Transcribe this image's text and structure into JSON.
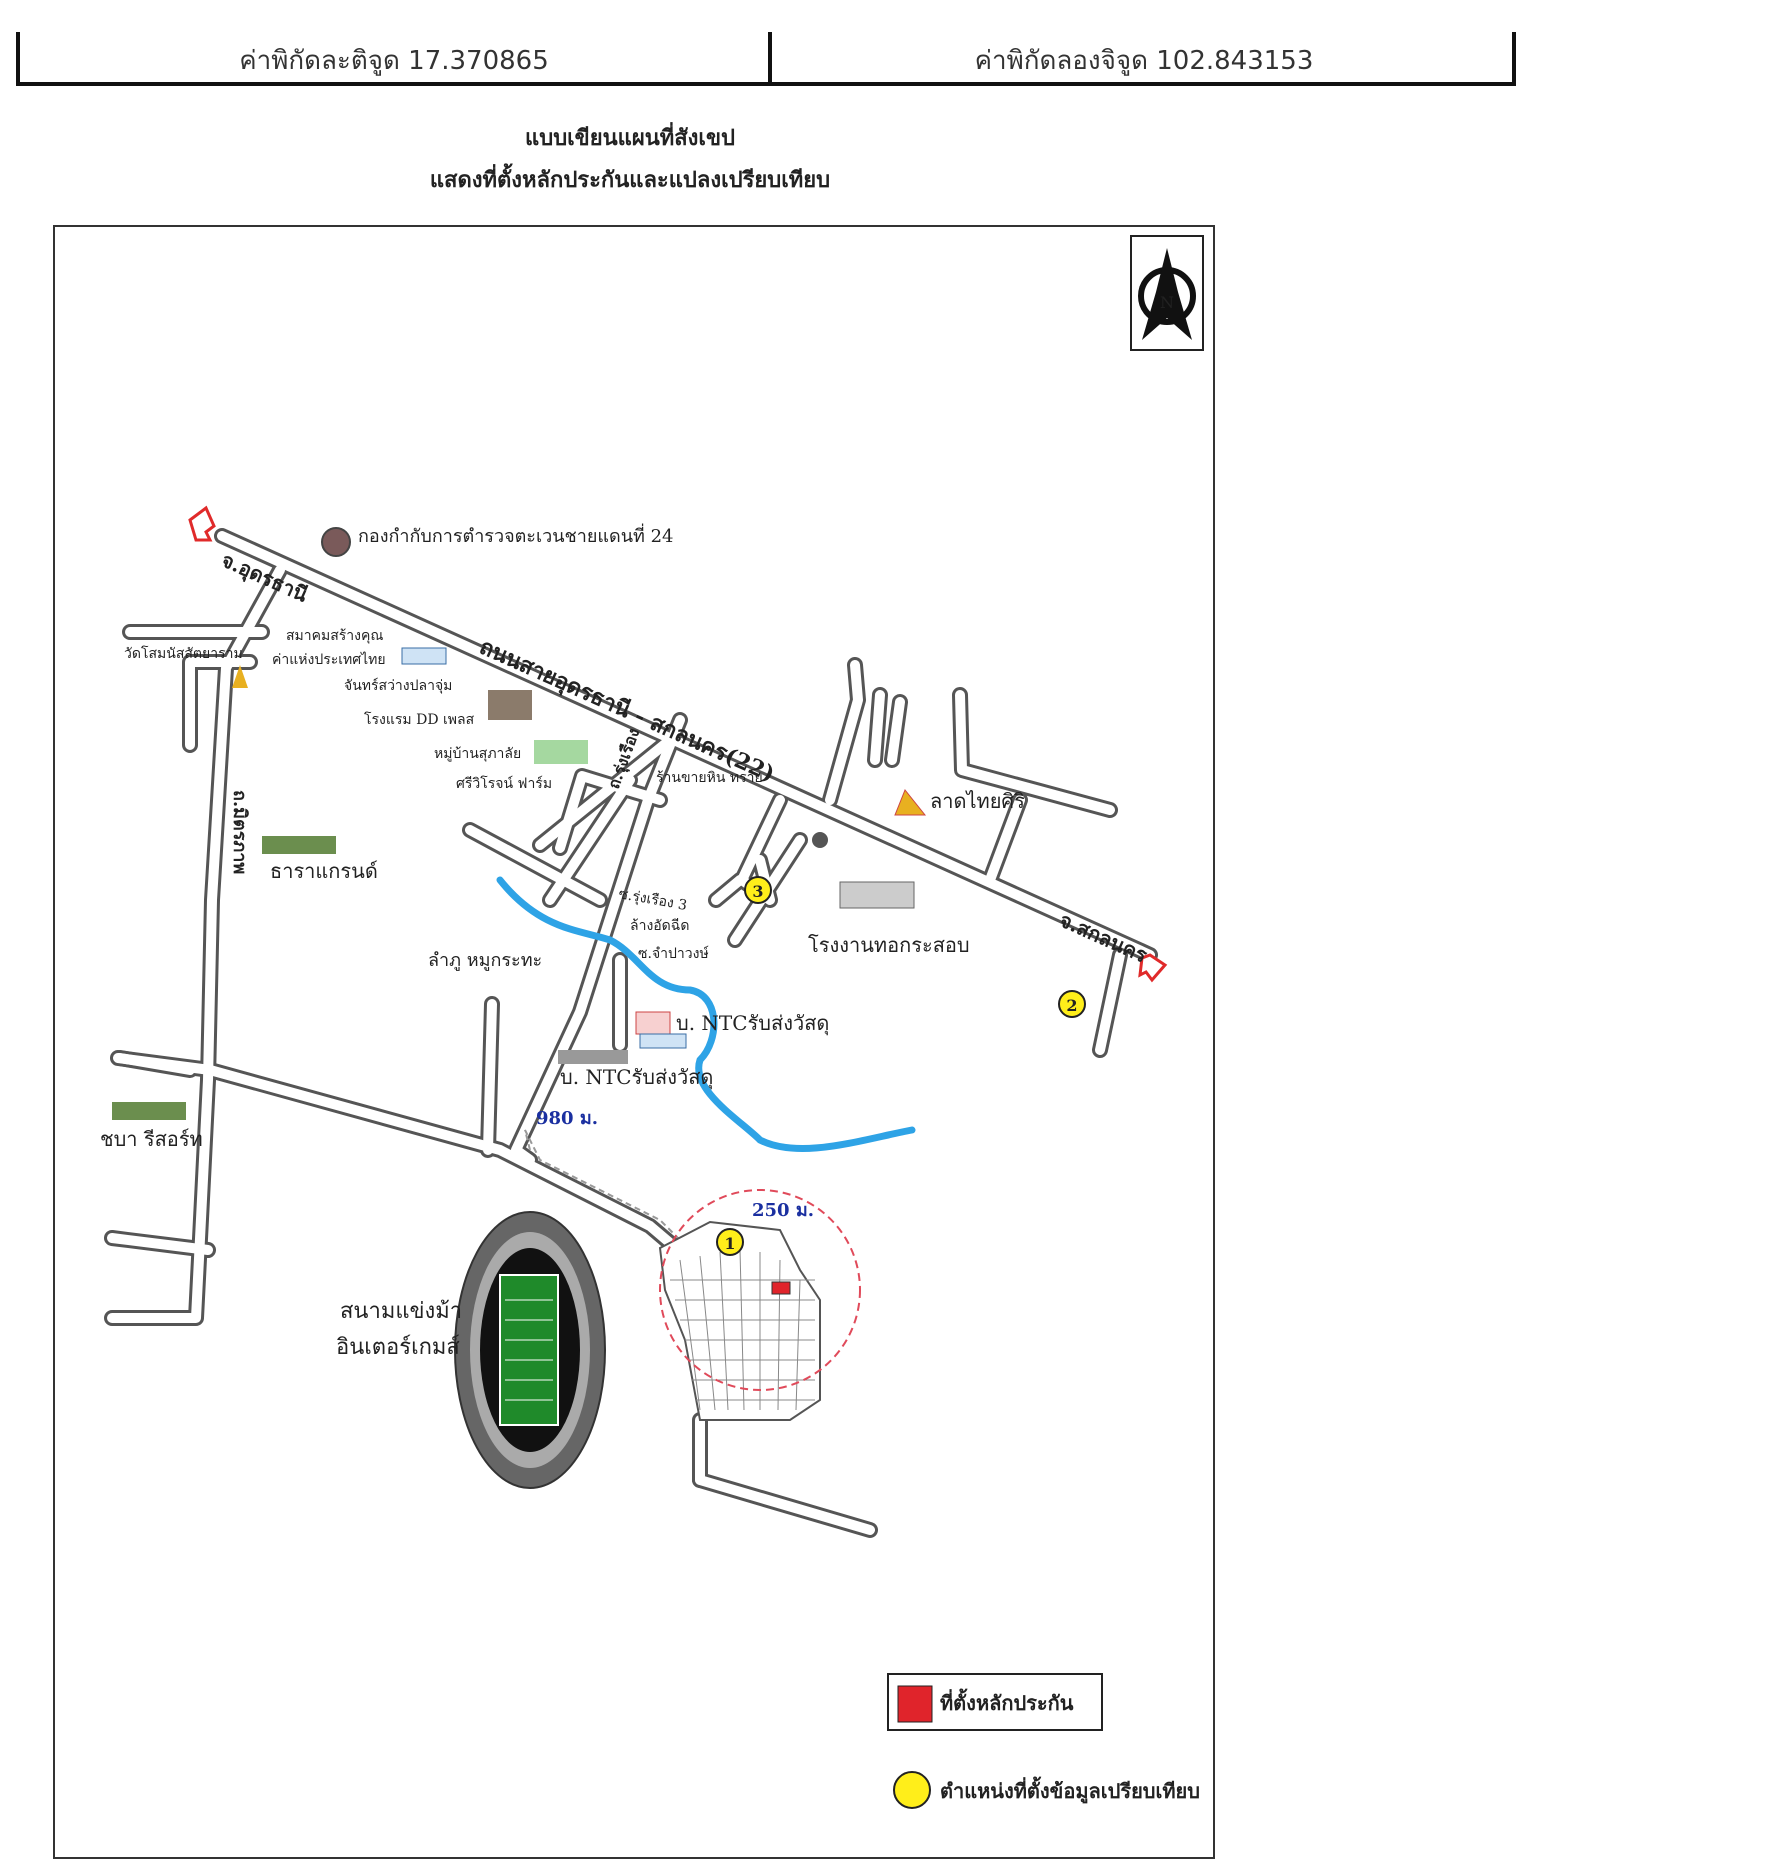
{
  "coordinates": {
    "latitude_text": "ค่าพิกัดละติจูด 17.370865",
    "longitude_text": "ค่าพิกัดลองจิจูด 102.843153"
  },
  "title": {
    "line1": "แบบเขียนแผนที่สังเขป",
    "line2": "แสดงที่ตั้งหลักประกันและแปลงเปรียบเทียบ"
  },
  "compass": {
    "letter": "N"
  },
  "labels": {
    "udon": "จ.อุดรธานี",
    "sakon": "จ.สกลนคร",
    "border_patrol": "กองกำกับการตำรวจตะเวนชายแดนที่ 24",
    "highway": "ถนนสายอุดรธานี - สกลนคร(22)",
    "temple": "วัดโสมนัสสัตยาราม",
    "assoc_line1": "สมาคมสร้างคุณ",
    "assoc_line2": "ค่าแห่งประเทศไทย",
    "chan_sawang": "จันทร์สว่างปลาจุ่ม",
    "hotel": "โรงแรม DD เพลส",
    "village1": "หมู่บ้านสุภาลัย",
    "village2": "ศรีวิโรจน์ ฟาร์ม",
    "sand_shop": "ร้านขายหิน ทราย",
    "lat_thai": "ลาดไทยศิริ",
    "tara": "ธาราแกรนด์",
    "soi_ruang": "ซ.รุ่งเรือง 3",
    "car_wash": "ล้างอัดฉีด",
    "soi_jam": "ซ.จำปาวงษ์",
    "lamphu": "ลำภู หมูกระทะ",
    "factory": "โรงงานทอกระสอบ",
    "ntc1": "บ. NTCรับส่งวัสดุ",
    "ntc2": "บ. NTCรับส่งวัสดุ",
    "dist_980": "980 ม.",
    "dist_250": "250 ม.",
    "chaba": "ชบา รีสอร์ท",
    "stadium1": "สนามแข่งม้า",
    "stadium2": "อินเตอร์เกมส์",
    "road_left": "ถ.มิตรภาพ",
    "road_mid": "ถ.รุ่งเรือง"
  },
  "markers": {
    "m1": "1",
    "m2": "2",
    "m3": "3"
  },
  "legend": {
    "collateral": "ที่ตั้งหลักประกัน",
    "comparison": "ตำแหน่งที่ตั้งข้อมูลเปรียบเทียบ"
  },
  "colors": {
    "collateral": "#e0242b",
    "comparison": "#ffee1a",
    "river": "#2ea3e6",
    "distance": "#1a2fa0",
    "arrow": "#e02a2a"
  }
}
